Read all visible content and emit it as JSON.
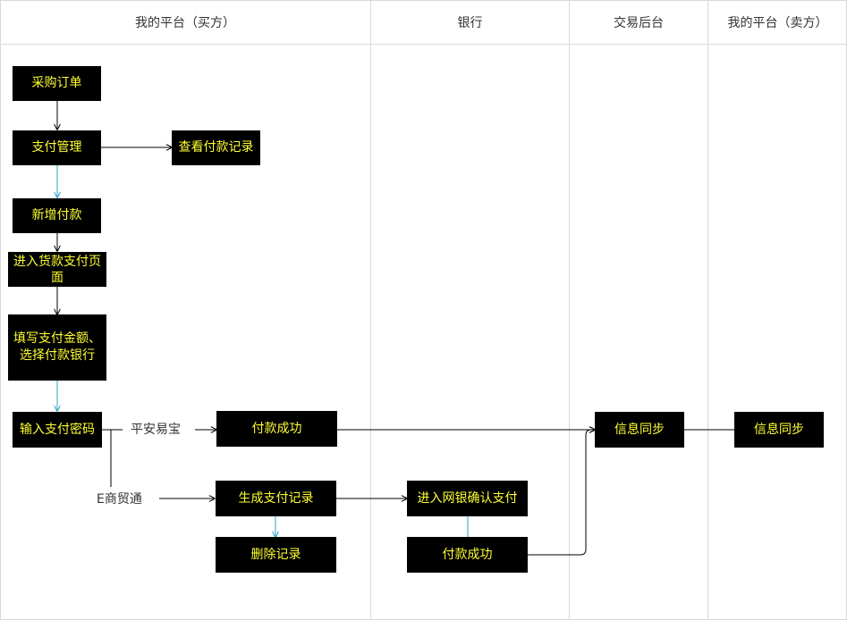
{
  "colors": {
    "lane_border": "#d9d9d9",
    "node_bg": "#000000",
    "node_text": "#ffff33",
    "arrow_dark": "#000000",
    "arrow_blue": "#29a3c9"
  },
  "lanes": [
    {
      "title": "我的平台（买方）"
    },
    {
      "title": "银行"
    },
    {
      "title": "交易后台"
    },
    {
      "title": "我的平台（卖方）"
    }
  ],
  "nodes": {
    "purchase_order": "采购订单",
    "payment_management": "支付管理",
    "view_payment_records": "查看付款记录",
    "add_payment": "新增付款",
    "enter_goods_payment_page": "进入货款支付页面",
    "fill_amount_choose_bank": "填写支付金额、选择付款银行",
    "enter_payment_password": "输入支付密码",
    "payment_success_pingan": "付款成功",
    "generate_payment_record": "生成支付记录",
    "delete_record": "删除记录",
    "enter_online_bank_confirm": "进入网银确认支付",
    "payment_success_bank": "付款成功",
    "info_sync_backend": "信息同步",
    "info_sync_seller": "信息同步"
  },
  "labels": {
    "pingan_yibao": "平安易宝",
    "e_shang_maoyi_tong": "E商贸通"
  }
}
